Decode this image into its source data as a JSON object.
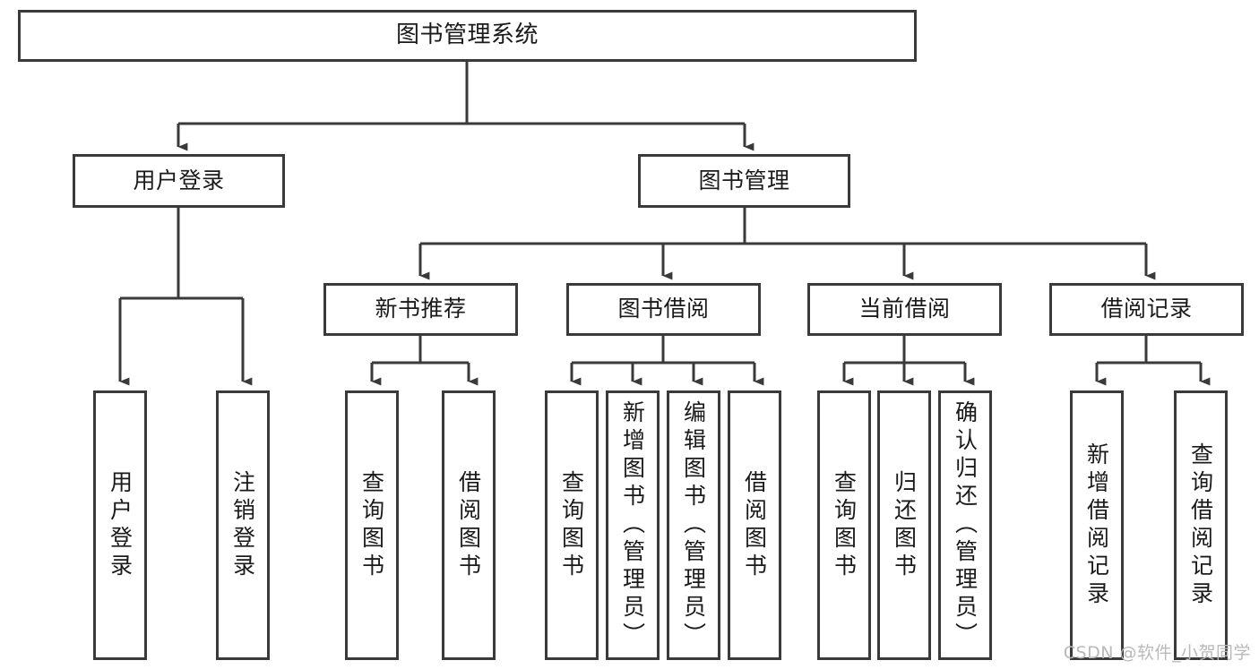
{
  "diagram": {
    "title": "图书管理系统",
    "type": "hierarchy-tree",
    "watermark": "CSDN @软件_小贺同学",
    "colors": {
      "background": "#ffffff",
      "box_border": "#3a3a3a",
      "box_fill": "#ffffff",
      "connector": "#3a3a3a",
      "text": "#1a1a1a",
      "watermark": "#b9b9b9"
    },
    "nodes": {
      "root": {
        "label": "图书管理系统"
      },
      "level2": [
        {
          "label": "用户登录"
        },
        {
          "label": "图书管理"
        }
      ],
      "level3": [
        {
          "label": "新书推荐"
        },
        {
          "label": "图书借阅"
        },
        {
          "label": "当前借阅"
        },
        {
          "label": "借阅记录"
        }
      ],
      "leaves_login": [
        {
          "label": "用户登录"
        },
        {
          "label": "注销登录"
        }
      ],
      "leaves_newbook": [
        {
          "label": "查询图书"
        },
        {
          "label": "借阅图书"
        }
      ],
      "leaves_borrow": [
        {
          "label": "查询图书"
        },
        {
          "label": "新增图书（管理员）"
        },
        {
          "label": "编辑图书（管理员）"
        },
        {
          "label": "借阅图书"
        }
      ],
      "leaves_current": [
        {
          "label": "查询图书"
        },
        {
          "label": "归还图书"
        },
        {
          "label": "确认归还（管理员）"
        }
      ],
      "leaves_records": [
        {
          "label": "新增借阅记录"
        },
        {
          "label": "查询借阅记录"
        }
      ]
    }
  }
}
